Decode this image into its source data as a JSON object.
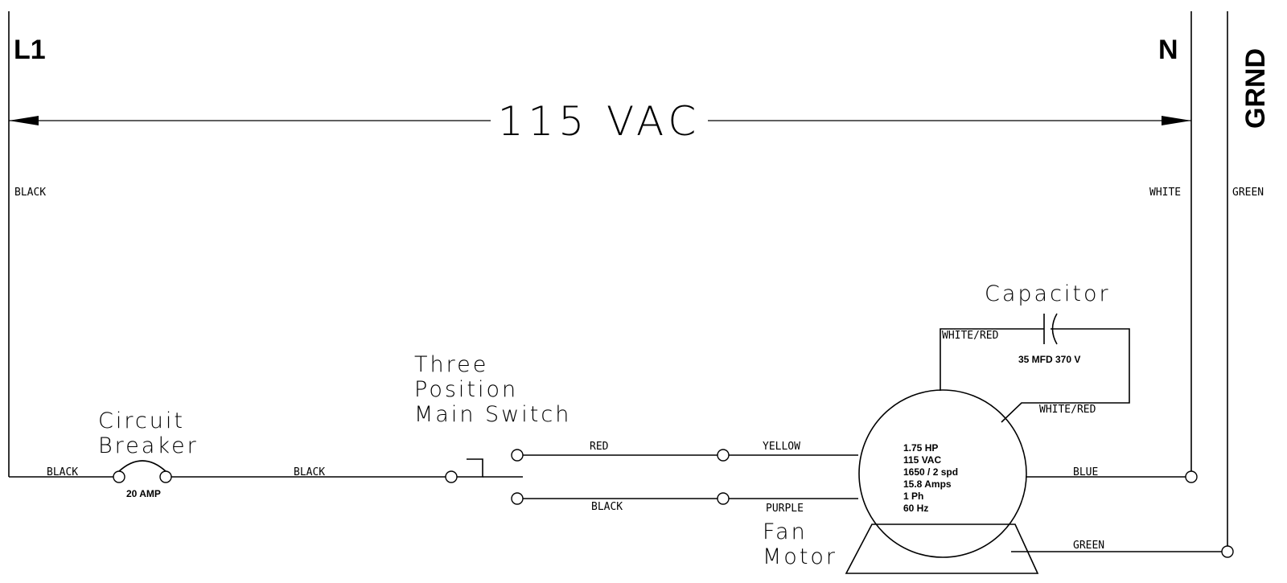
{
  "rails": {
    "line": "L1",
    "neutral": "N",
    "ground": "GRND",
    "voltage": "115 VAC"
  },
  "wires": {
    "l1_rail": "BLACK",
    "n_rail": "WHITE",
    "ground_rail": "GREEN",
    "to_breaker": "BLACK",
    "breaker_to_switch": "BLACK",
    "switch_high": "RED",
    "switch_low": "BLACK",
    "motor_high": "YELLOW",
    "motor_low": "PURPLE",
    "motor_neutral": "BLUE",
    "motor_ground": "GREEN",
    "cap_left": "WHITE/RED",
    "cap_right": "WHITE/RED"
  },
  "components": {
    "breaker": {
      "title": [
        "Circuit",
        "Breaker"
      ],
      "rating": "20 AMP"
    },
    "switch": {
      "title": [
        "Three",
        "Position",
        "Main Switch"
      ]
    },
    "capacitor": {
      "title": "Capacitor",
      "rating": "35 MFD 370 V"
    },
    "motor": {
      "title": [
        "Fan",
        "Motor"
      ],
      "specs": [
        "1.75 HP",
        "115 VAC",
        "1650 / 2 spd",
        "15.8 Amps",
        "1 Ph",
        "60 Hz"
      ]
    }
  },
  "colors": {
    "line": "#000000",
    "background": "#ffffff"
  }
}
